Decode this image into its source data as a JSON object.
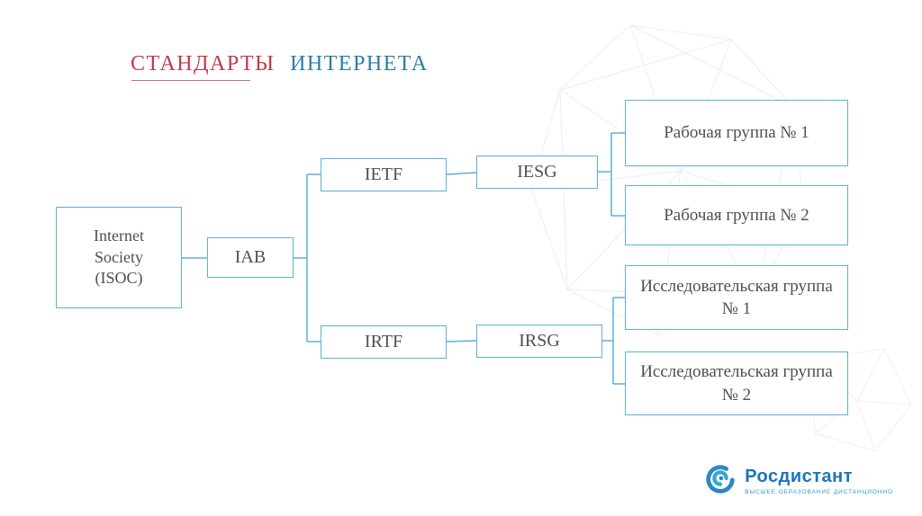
{
  "title": {
    "word1": "СТАНДАРТЫ",
    "word2": "ИНТЕРНЕТА"
  },
  "nodes": {
    "isoc": "Internet Society (ISOC)",
    "iab": "IAB",
    "ietf": "IETF",
    "iesg": "IESG",
    "irtf": "IRTF",
    "irsg": "IRSG",
    "wg1": "Рабочая группа № 1",
    "wg2": "Рабочая группа № 2",
    "rg1": "Исследовательская группа № 1",
    "rg2": "Исследовательская группа № 2"
  },
  "logo": {
    "name": "Росдистант",
    "tagline": "ВЫСШЕЕ ОБРАЗОВАНИЕ ДИСТАНЦИОННО"
  },
  "colors": {
    "box_border": "#5fb0d6",
    "connector": "#5fb0d6",
    "title_red": "#c4384a",
    "title_blue": "#2b7ea6",
    "text": "#4e4f52",
    "logo_blue": "#1b75bb"
  }
}
